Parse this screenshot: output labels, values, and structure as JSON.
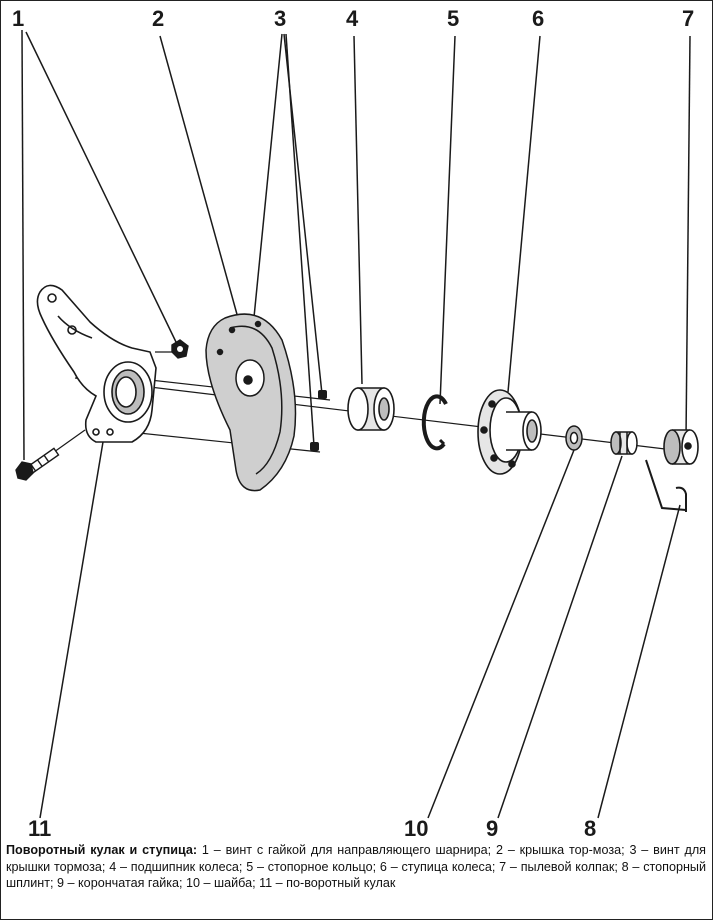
{
  "callouts": {
    "c1": "1",
    "c2": "2",
    "c3": "3",
    "c4": "4",
    "c5": "5",
    "c6": "6",
    "c7": "7",
    "c8": "8",
    "c9": "9",
    "c10": "10",
    "c11": "11"
  },
  "caption": {
    "title": "Поворотный кулак и ступица:",
    "text": " 1 – винт с гайкой для направляющего шарнира; 2 – крышка тор-моза; 3 – винт для крышки тормоза; 4 – подшипник колеса; 5 – стопорное кольцо; 6 – ступица колеса; 7 – пылевой колпак; 8 – стопорный шплинт; 9 – корончатая гайка; 10 – шайба; 11 – по-воротный кулак"
  },
  "colors": {
    "ink": "#1a1a1a",
    "background": "#ffffff",
    "shade": "#bdbdbd"
  }
}
